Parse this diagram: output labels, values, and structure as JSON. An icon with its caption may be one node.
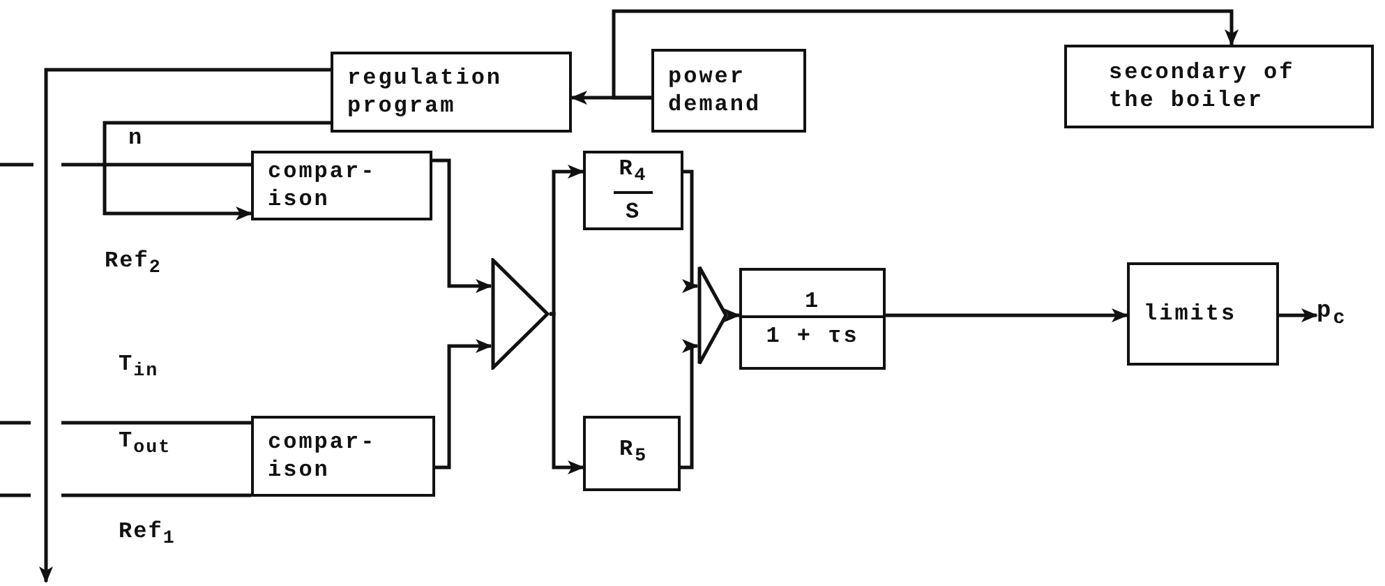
{
  "diagram": {
    "nodes": [
      {
        "text": [
          "regulation program"
        ]
      },
      {
        "text": [
          "power demand"
        ]
      },
      {
        "text": [
          "secondary of the boiler"
        ]
      },
      {
        "text": [
          "compar- ison"
        ]
      },
      {
        "text": [
          "R$_{4}$",
          "S"
        ]
      },
      {
        "text": [
          "compar- ison"
        ]
      },
      {
        "text": [
          "R$_{5}$"
        ]
      },
      {
        "text": [],
        "shape": "triangle"
      },
      {
        "text": [],
        "shape": "triangle"
      },
      {
        "text": [
          "1",
          "1 + τs"
        ]
      },
      {
        "text": [
          "limits"
        ]
      },
      {
        "text": [
          "p$_{c}$"
        ]
      }
    ],
    "edges": [
      {
        "from": 1,
        "to": 0,
        "arrow": "to"
      },
      {
        "from": 1,
        "to": 2,
        "arrow": "to"
      },
      {
        "from": 0,
        "to": null,
        "arrow": "to"
      },
      {
        "from": 0,
        "to": 3,
        "arrow": "to"
      },
      {
        "from": null,
        "to": 3,
        "arrow": "none"
      },
      {
        "from": null,
        "to": 5,
        "arrow": "none"
      },
      {
        "from": null,
        "to": 5,
        "arrow": "none"
      },
      {
        "from": 3,
        "to": 7,
        "arrow": "to"
      },
      {
        "from": 5,
        "to": 7,
        "arrow": "to"
      },
      {
        "from": 7,
        "to": 4,
        "arrow": "to"
      },
      {
        "from": 7,
        "to": 6,
        "arrow": "to"
      },
      {
        "from": 4,
        "to": 8,
        "arrow": "to"
      },
      {
        "from": 6,
        "to": 8,
        "arrow": "to"
      },
      {
        "from": 8,
        "to": 9,
        "arrow": "to"
      },
      {
        "from": 9,
        "to": 10,
        "arrow": "to"
      },
      {
        "from": 10,
        "to": 11,
        "arrow": "to"
      }
    ],
    "labels": [
      "n",
      "Ref$_{2}$",
      "T$_{in}$",
      "T$_{out}$",
      "Ref$_{1}$"
    ]
  }
}
